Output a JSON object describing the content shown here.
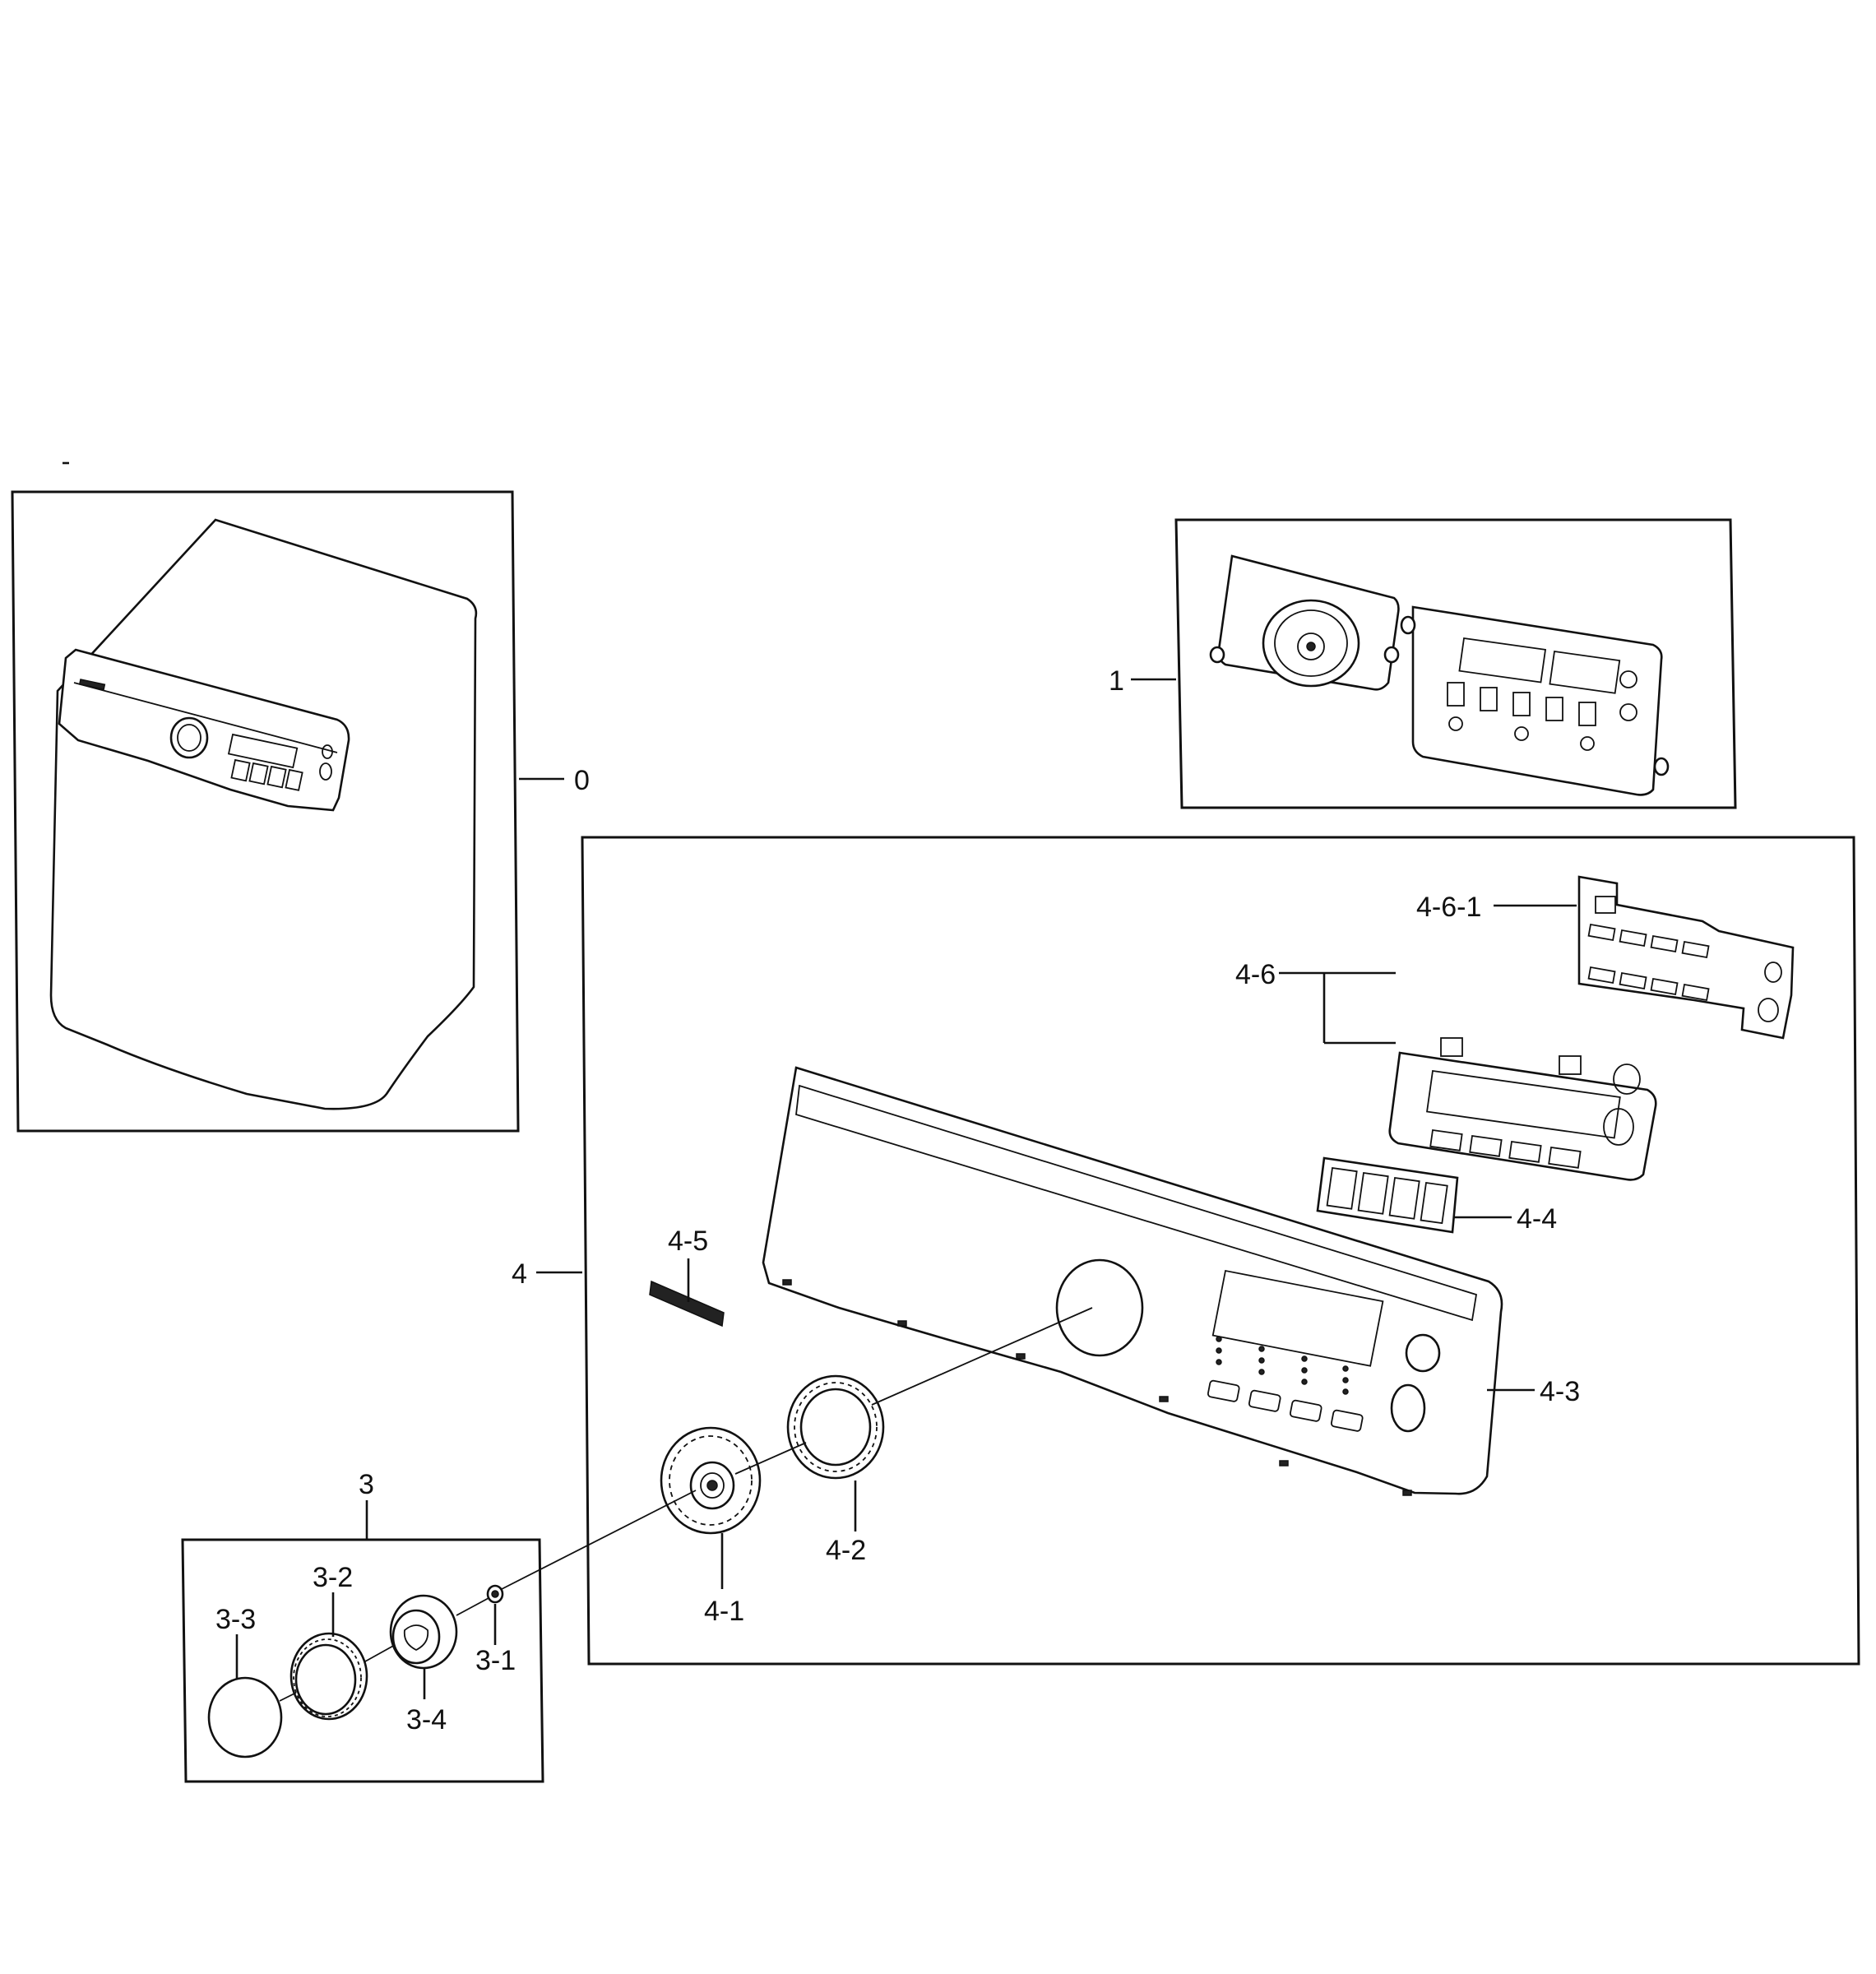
{
  "labels": {
    "p0": "0",
    "p1": "1",
    "p3": "3",
    "p3_1": "3-1",
    "p3_2": "3-2",
    "p3_3": "3-3",
    "p3_4": "3-4",
    "p4": "4",
    "p4_1": "4-1",
    "p4_2": "4-2",
    "p4_3": "4-3",
    "p4_4": "4-4",
    "p4_5": "4-5",
    "p4_6": "4-6",
    "p4_6_1": "4-6-1"
  },
  "colors": {
    "line": "#111111",
    "background": "#ffffff"
  }
}
